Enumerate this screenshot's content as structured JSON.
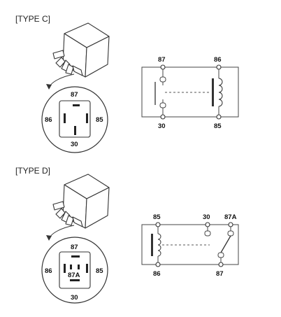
{
  "type_c": {
    "title": "[TYPE C]",
    "socket_pins": {
      "top": "87",
      "left": "86",
      "right": "85",
      "bottom": "30"
    },
    "schematic_pins": {
      "top_left": "87",
      "top_right": "86",
      "bottom_left": "30",
      "bottom_right": "85"
    }
  },
  "type_d": {
    "title": "[TYPE D]",
    "socket_pins": {
      "top": "87",
      "left": "86",
      "right": "85",
      "bottom": "30",
      "center": "87A"
    },
    "schematic_pins": {
      "top_left": "85",
      "top_mid": "30",
      "top_right": "87A",
      "bottom_left": "86",
      "bottom_right": "87"
    }
  }
}
